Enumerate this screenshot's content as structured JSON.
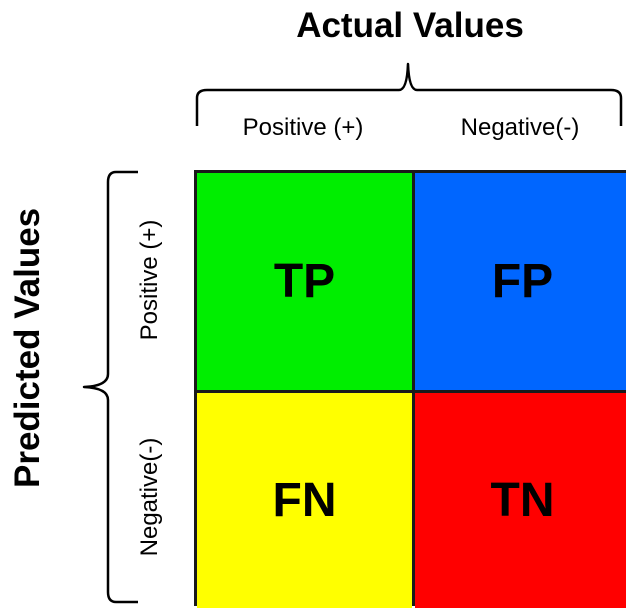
{
  "header": {
    "actual_title": "Actual Values",
    "predicted_title": "Predicted Values"
  },
  "columns": [
    {
      "label": "Positive (+)"
    },
    {
      "label": "Negative(-)"
    }
  ],
  "rows": [
    {
      "label": "Positive (+)"
    },
    {
      "label": "Negative(-)"
    }
  ],
  "cells": [
    {
      "label": "TP",
      "color": "#00ee00"
    },
    {
      "label": "FP",
      "color": "#0066ff"
    },
    {
      "label": "FN",
      "color": "#ffff00"
    },
    {
      "label": "TN",
      "color": "#ff0000"
    }
  ],
  "colors": {
    "grid_line": "#1a1a1a",
    "text": "#000000"
  }
}
